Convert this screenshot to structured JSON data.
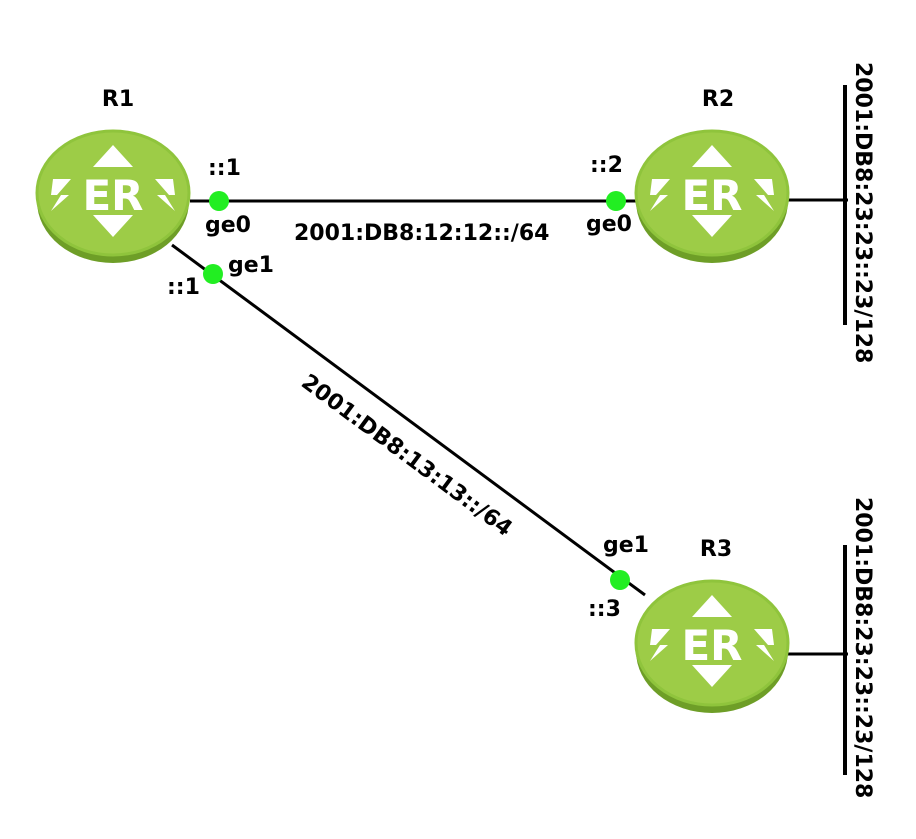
{
  "colors": {
    "router_body": "#8fc43c",
    "router_top": "#9dcc47",
    "router_edge": "#6e9e27",
    "router_glyph": "#ffffff",
    "interface_dot": "#22ee22",
    "link": "#000000"
  },
  "routers": [
    {
      "name": "R1",
      "icon": "router-er-icon"
    },
    {
      "name": "R2",
      "icon": "router-er-icon"
    },
    {
      "name": "R3",
      "icon": "router-er-icon"
    }
  ],
  "links": [
    {
      "subnet": "2001:DB8:12:12::/64",
      "a": {
        "iface": "ge0",
        "addr": "::1"
      },
      "b": {
        "iface": "ge0",
        "addr": "::2"
      }
    },
    {
      "subnet": "2001:DB8:13:13::/64",
      "a": {
        "iface": "ge1",
        "addr": "::1"
      },
      "b": {
        "iface": "ge1",
        "addr": "::3"
      }
    }
  ],
  "loopbacks": [
    {
      "router": "R2",
      "prefix": "2001:DB8:23:23::23/128"
    },
    {
      "router": "R3",
      "prefix": "2001:DB8:23:23::23/128"
    }
  ]
}
